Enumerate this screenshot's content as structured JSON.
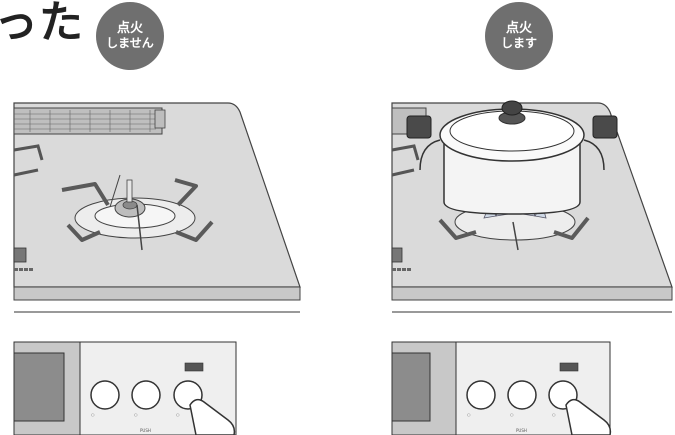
{
  "heading_fragment": "った",
  "panels": [
    {
      "badge_line1": "点火",
      "badge_line2": "しません",
      "knob_markers": [
        "○",
        "○",
        "○"
      ],
      "button_label": "PUSH"
    },
    {
      "badge_line1": "点火",
      "badge_line2": "します",
      "knob_markers": [
        "○",
        "○",
        "○"
      ],
      "button_label": "PUSH"
    }
  ],
  "colors": {
    "badge": "#6f6f6f",
    "cooktop": "#d9d9d9",
    "grate": "#5a5a5a",
    "pot": "#ffffff",
    "flame": "#cfd9e6"
  },
  "icons": [
    "pot-icon",
    "hand-icon",
    "burner-icon",
    "flame-icon"
  ]
}
